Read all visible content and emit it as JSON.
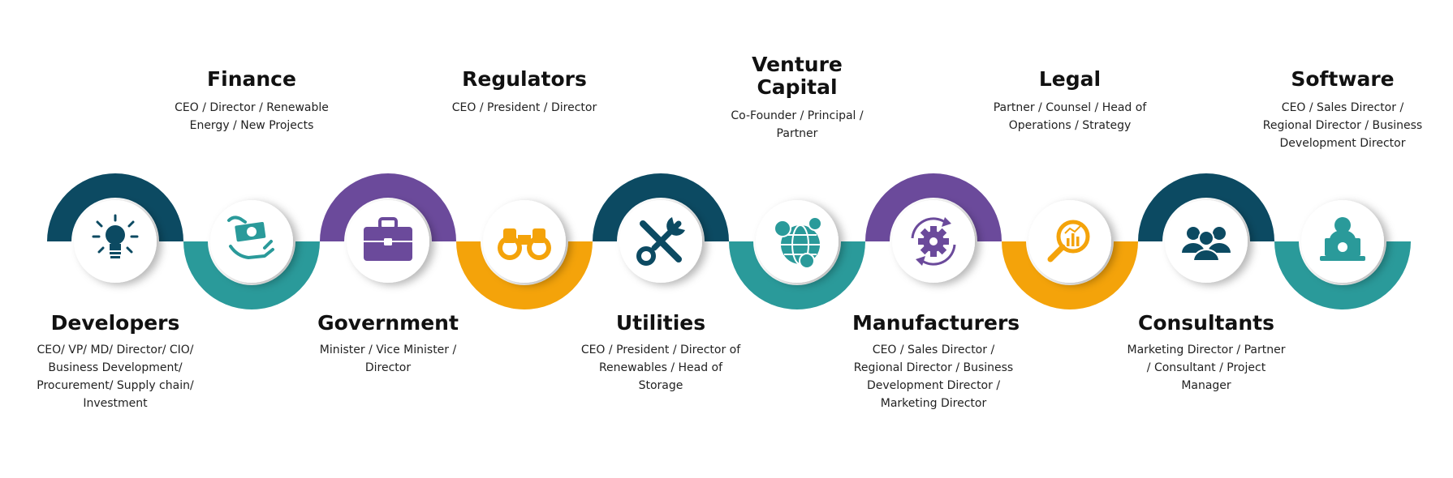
{
  "colors": {
    "teal": "#2a9a9a",
    "navy": "#0c4a62",
    "purple": "#6b4a9b",
    "orange": "#f4a30a",
    "shadow": "#d6d6d6"
  },
  "nodes": [
    {
      "title": "Developers",
      "roles": "CEO/ VP/ MD/ Director/ CIO/ Business Development/ Procurement/ Supply chain/ Investment",
      "icon": "lightbulb-icon",
      "arc_color": "#0c4a62",
      "icon_color": "#0c4a62",
      "label_position": "bottom"
    },
    {
      "title": "Finance",
      "roles": "CEO / Director / Renewable Energy / New Projects",
      "icon": "money-hand-icon",
      "arc_color": "#2a9a9a",
      "icon_color": "#2a9a9a",
      "label_position": "top"
    },
    {
      "title": "Government",
      "roles": "Minister / Vice Minister / Director",
      "icon": "briefcase-icon",
      "arc_color": "#6b4a9b",
      "icon_color": "#6b4a9b",
      "label_position": "bottom"
    },
    {
      "title": "Regulators",
      "roles": "CEO / President / Director",
      "icon": "binoculars-icon",
      "arc_color": "#f4a30a",
      "icon_color": "#f4a30a",
      "label_position": "top"
    },
    {
      "title": "Utilities",
      "roles": "CEO / President / Director of Renewables / Head of Storage",
      "icon": "tools-icon",
      "arc_color": "#0c4a62",
      "icon_color": "#0c4a62",
      "label_position": "bottom"
    },
    {
      "title": "Venture Capital",
      "roles": "Co-Founder / Principal / Partner",
      "icon": "globe-currency-icon",
      "arc_color": "#2a9a9a",
      "icon_color": "#2a9a9a",
      "label_position": "top"
    },
    {
      "title": "Manufacturers",
      "roles": "CEO / Sales Director / Regional Director / Business Development Director / Marketing Director",
      "icon": "gear-cycle-icon",
      "arc_color": "#6b4a9b",
      "icon_color": "#6b4a9b",
      "label_position": "bottom"
    },
    {
      "title": "Legal",
      "roles": "Partner / Counsel / Head of Operations / Strategy",
      "icon": "magnifier-chart-icon",
      "arc_color": "#f4a30a",
      "icon_color": "#f4a30a",
      "label_position": "top"
    },
    {
      "title": "Consultants",
      "roles": "Marketing Director / Partner / Consultant / Project Manager",
      "icon": "team-icon",
      "arc_color": "#0c4a62",
      "icon_color": "#0c4a62",
      "label_position": "bottom"
    },
    {
      "title": "Software",
      "roles": "CEO / Sales Director / Regional Director / Business Development Director",
      "icon": "developer-laptop-icon",
      "arc_color": "#2a9a9a",
      "icon_color": "#2a9a9a",
      "label_position": "top"
    }
  ]
}
